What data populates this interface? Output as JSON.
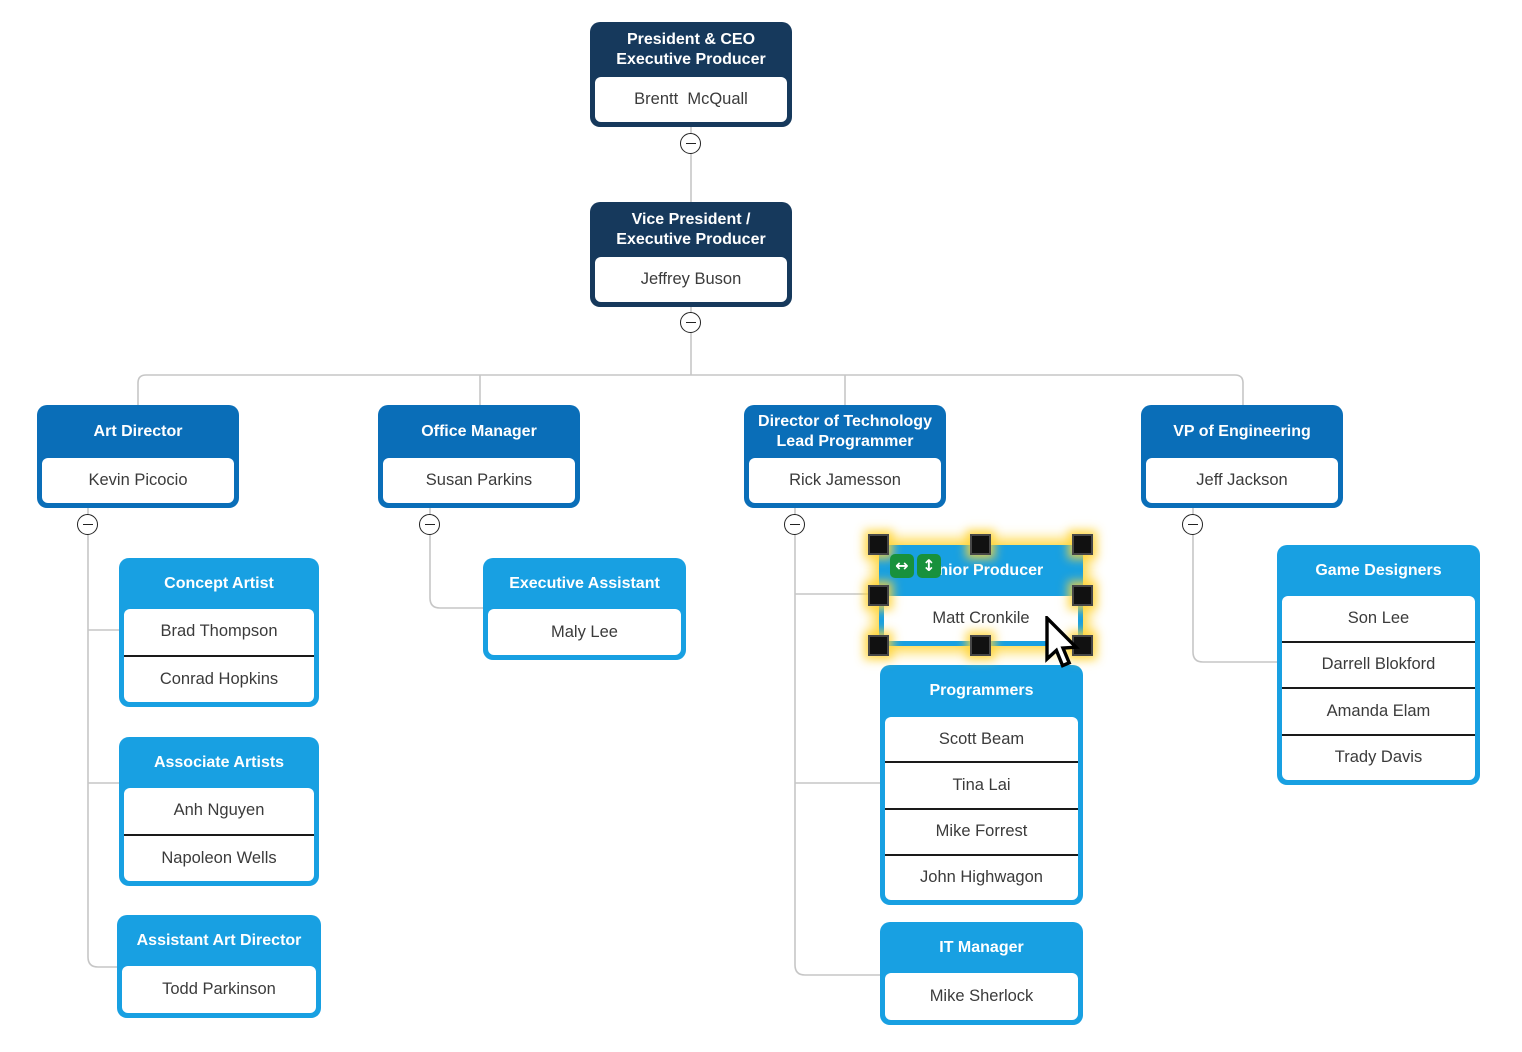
{
  "colors": {
    "level1_header": "#16395c",
    "level2_header": "#0a6eb8",
    "level3_header": "#18a0e2",
    "box_body": "#ffffff",
    "header_text": "#ffffff",
    "body_text": "#3b3b3b",
    "row_divider": "#1a1a1a",
    "connector": "#c6c6c6",
    "selection_glow": "#ffd435",
    "selection_handle": "#111111",
    "resize_icon_green": "#18913c"
  },
  "nodes": {
    "ceo": {
      "title": "President & CEO\nExecutive Producer",
      "members": [
        "Brentt  McQuall"
      ]
    },
    "vp": {
      "title": "Vice President /\nExecutive Producer",
      "members": [
        "Jeffrey Buson"
      ]
    },
    "art_director": {
      "title": "Art Director",
      "members": [
        "Kevin Picocio"
      ]
    },
    "office_manager": {
      "title": "Office Manager",
      "members": [
        "Susan Parkins"
      ]
    },
    "dir_tech": {
      "title": "Director of Technology\nLead Programmer",
      "members": [
        "Rick Jamesson"
      ]
    },
    "vp_eng": {
      "title": "VP of Engineering",
      "members": [
        "Jeff Jackson"
      ]
    },
    "concept_artist": {
      "title": "Concept Artist",
      "members": [
        "Brad Thompson",
        "Conrad Hopkins"
      ]
    },
    "associate_artists": {
      "title": "Associate Artists",
      "members": [
        "Anh Nguyen",
        "Napoleon Wells"
      ]
    },
    "asst_art_director": {
      "title": "Assistant Art Director",
      "members": [
        "Todd Parkinson"
      ]
    },
    "exec_assistant": {
      "title": "Executive Assistant",
      "members": [
        "Maly Lee"
      ]
    },
    "senior_producer": {
      "title": "Senior Producer",
      "members": [
        "Matt Cronkile"
      ],
      "selected": true
    },
    "programmers": {
      "title": "Programmers",
      "members": [
        "Scott Beam",
        "Tina Lai",
        "Mike Forrest",
        "John Highwagon"
      ]
    },
    "it_manager": {
      "title": "IT Manager",
      "members": [
        "Mike Sherlock"
      ]
    },
    "game_designers": {
      "title": "Game Designers",
      "members": [
        "Son Lee",
        "Darrell Blokford",
        "Amanda Elam",
        "Trady Davis"
      ]
    }
  },
  "selection": {
    "selected_node": "Senior Producer",
    "icons": [
      {
        "name": "resize-horizontal-icon",
        "glyph": "↔"
      },
      {
        "name": "resize-vertical-icon",
        "glyph": "↕"
      }
    ]
  }
}
